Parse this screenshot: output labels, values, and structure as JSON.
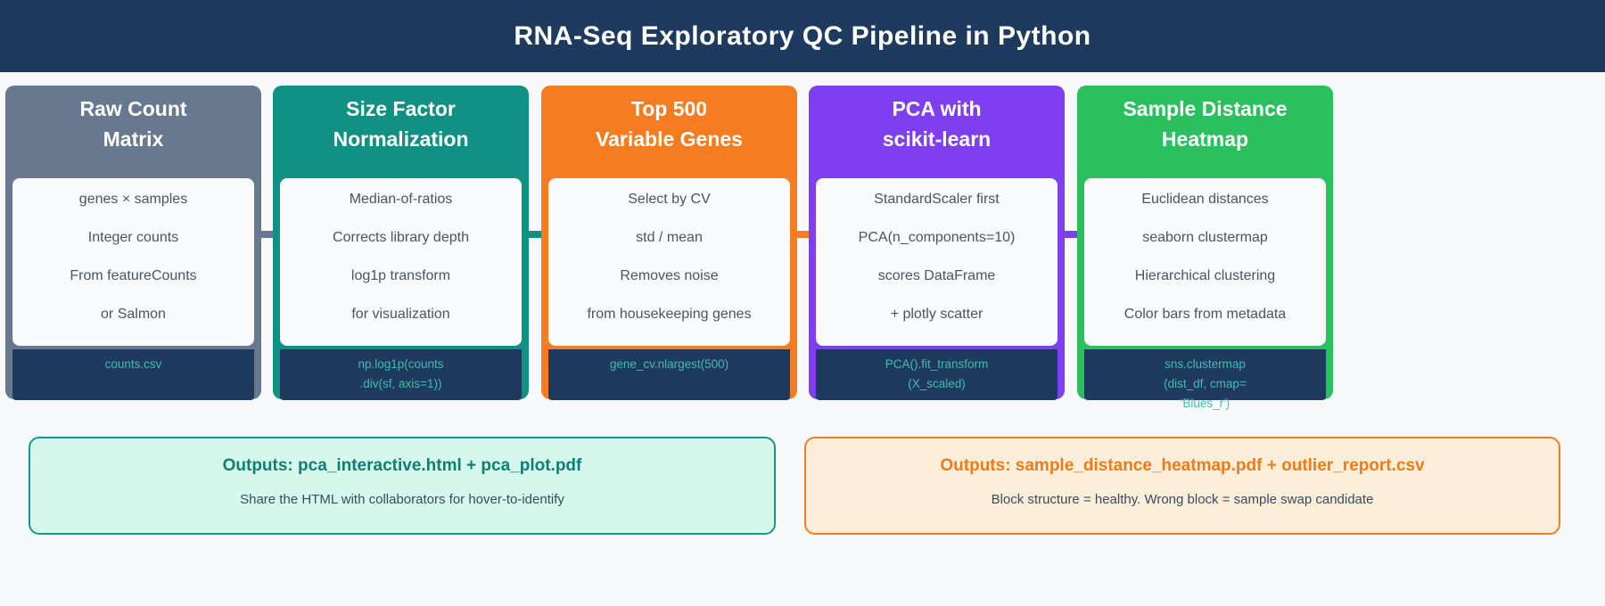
{
  "colors": {
    "page_bg": "#f7f9fb",
    "navy": "#1f3a5f",
    "card_body_bg": "#f8fafc",
    "body_text": "#475569",
    "code_text": "#42bcab",
    "title_text": "#ffffff"
  },
  "header": {
    "title": "RNA-Seq Exploratory QC Pipeline in Python"
  },
  "stages": [
    {
      "name": "raw-count-matrix",
      "title1": "Raw Count",
      "title2": "Matrix",
      "color": "#68788e",
      "lines": [
        "genes × samples",
        "Integer counts",
        "From featureCounts",
        "or Salmon"
      ],
      "code": [
        "counts.csv"
      ]
    },
    {
      "name": "size-factor-normalization",
      "title1": "Size Factor",
      "title2": "Normalization",
      "color": "#119183",
      "lines": [
        "Median-of-ratios",
        "Corrects library depth",
        "log1p transform",
        "for visualization"
      ],
      "code": [
        "np.log1p(counts",
        ".div(sf, axis=1))"
      ]
    },
    {
      "name": "top-500-variable-genes",
      "title1": "Top 500",
      "title2": "Variable Genes",
      "color": "#f57c20",
      "lines": [
        "Select by CV",
        "std / mean",
        "Removes noise",
        "from housekeeping genes"
      ],
      "code": [
        "gene_cv.nlargest(500)"
      ]
    },
    {
      "name": "pca-with-scikit-learn",
      "title1": "PCA with",
      "title2": "scikit-learn",
      "color": "#7f3ff0",
      "lines": [
        "StandardScaler first",
        "PCA(n_components=10)",
        "scores DataFrame",
        "+ plotly scatter"
      ],
      "code": [
        "PCA().fit_transform",
        "(X_scaled)"
      ]
    },
    {
      "name": "sample-distance-heatmap",
      "title1": "Sample Distance",
      "title2": "Heatmap",
      "color": "#2ac05e",
      "lines": [
        "Euclidean distances",
        "seaborn clustermap",
        "Hierarchical clustering",
        "Color bars from metadata"
      ],
      "code": [
        "sns.clustermap",
        "(dist_df, cmap=",
        "'Blues_r')"
      ]
    }
  ],
  "outputs": [
    {
      "name": "pca-outputs",
      "title": "Outputs: pca_interactive.html + pca_plot.pdf",
      "subtitle": "Share the HTML with collaborators for hover-to-identify",
      "bg": "#d6f7ec",
      "border": "#12998c",
      "title_color": "#0c8074"
    },
    {
      "name": "heatmap-outputs",
      "title": "Outputs: sample_distance_heatmap.pdf + outlier_report.csv",
      "subtitle": "Block structure = healthy. Wrong block = sample swap candidate",
      "bg": "#fdeeda",
      "border": "#f57c1f",
      "title_color": "#ee7b17"
    }
  ]
}
